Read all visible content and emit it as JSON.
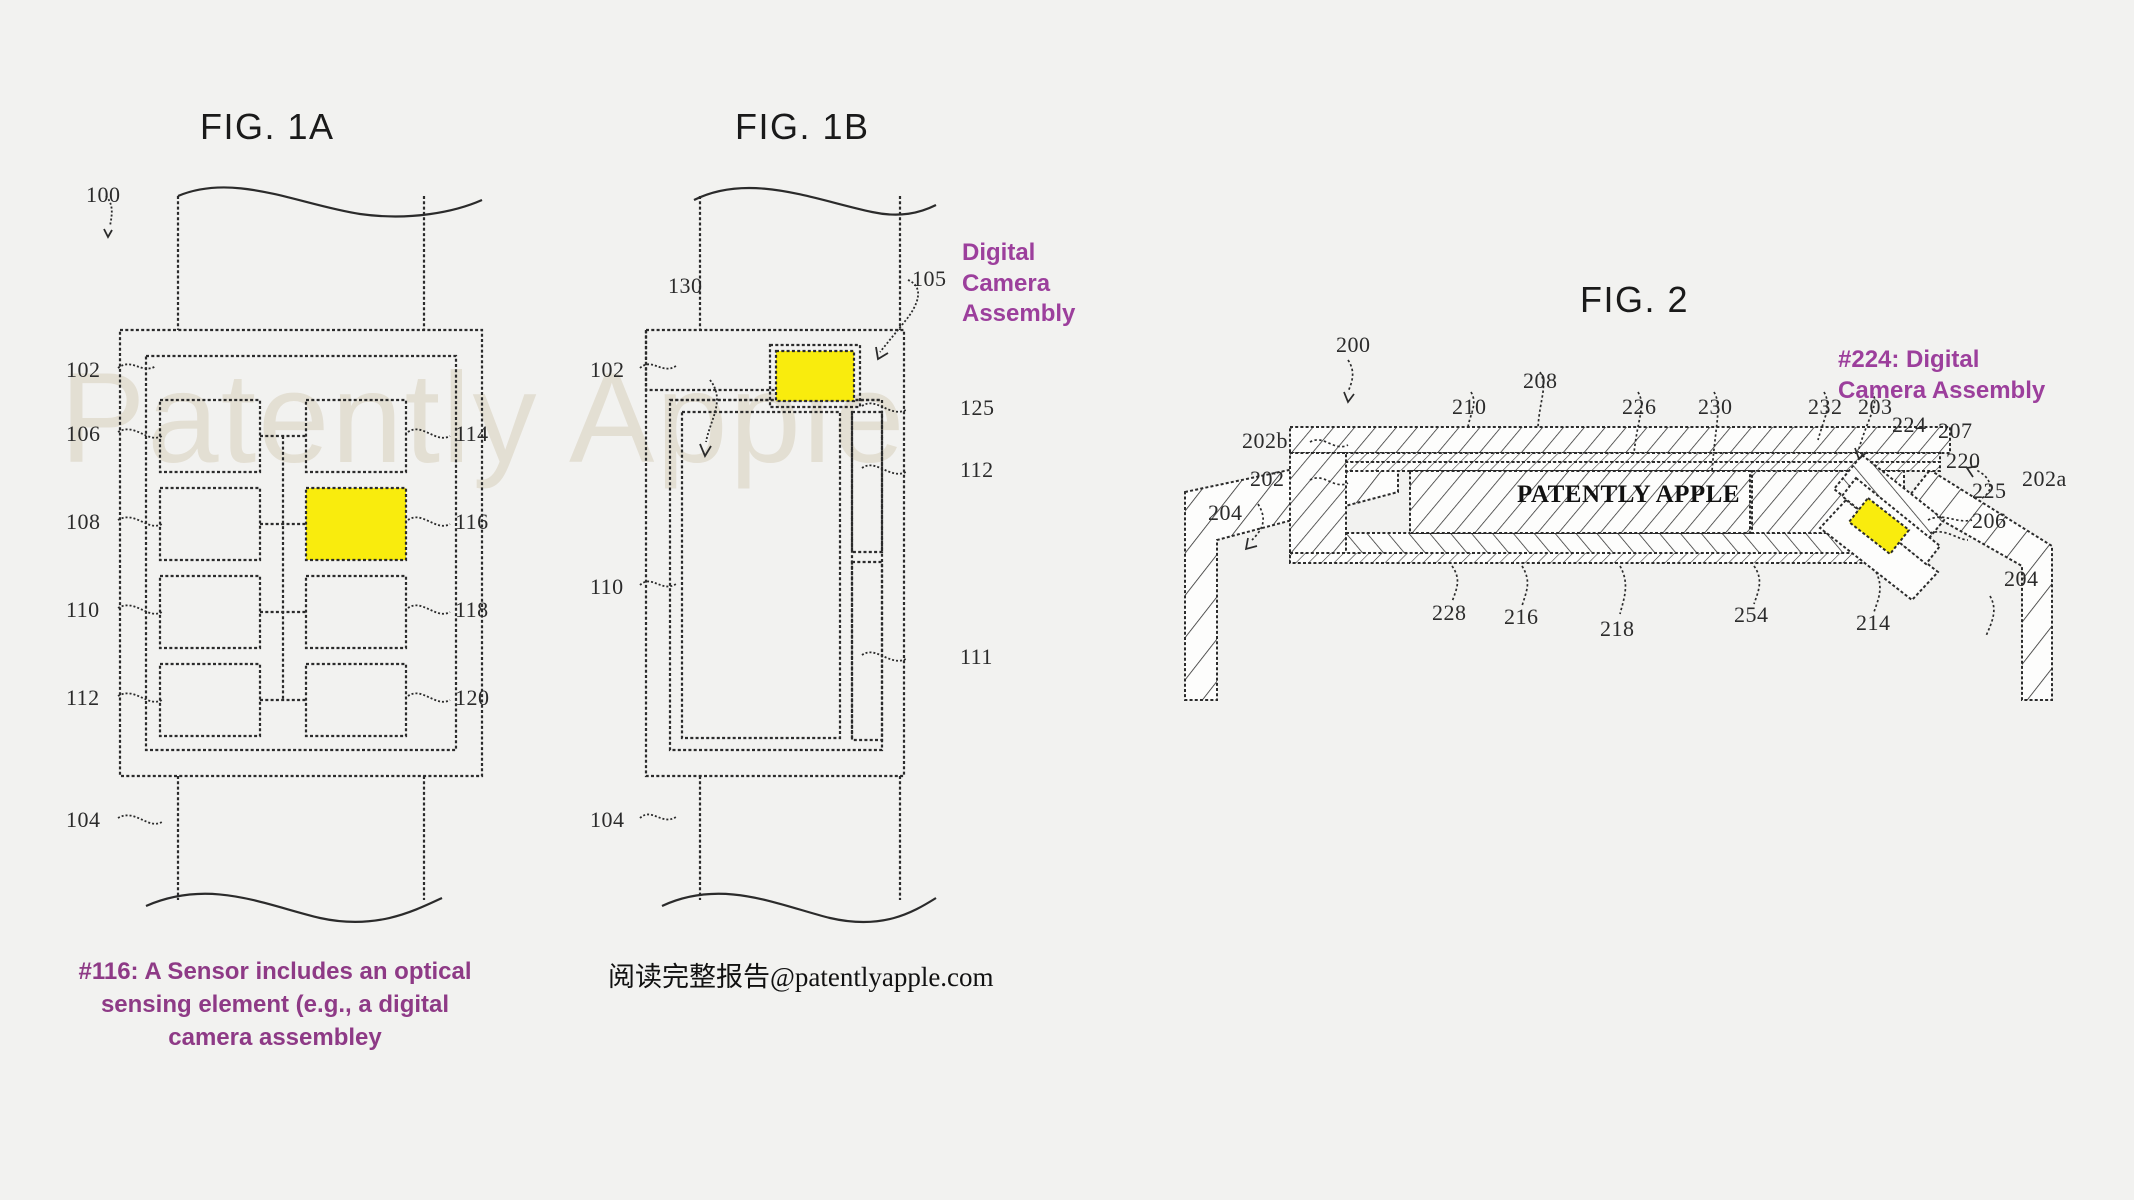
{
  "figures": {
    "fig1a": {
      "title": "FIG. 1A",
      "refs": [
        {
          "id": "100",
          "label": "100"
        },
        {
          "id": "102",
          "label": "102"
        },
        {
          "id": "106",
          "label": "106"
        },
        {
          "id": "108",
          "label": "108"
        },
        {
          "id": "110",
          "label": "110"
        },
        {
          "id": "112",
          "label": "112"
        },
        {
          "id": "104",
          "label": "104"
        },
        {
          "id": "114",
          "label": "114"
        },
        {
          "id": "116",
          "label": "116"
        },
        {
          "id": "118",
          "label": "118"
        },
        {
          "id": "120",
          "label": "120"
        }
      ]
    },
    "fig1b": {
      "title": "FIG. 1B",
      "callout": "Digital\nCamera\nAssembly",
      "refs": [
        {
          "id": "130",
          "label": "130"
        },
        {
          "id": "102",
          "label": "102"
        },
        {
          "id": "110",
          "label": "110"
        },
        {
          "id": "104",
          "label": "104"
        },
        {
          "id": "105",
          "label": "105"
        },
        {
          "id": "125",
          "label": "125"
        },
        {
          "id": "112",
          "label": "112"
        },
        {
          "id": "111",
          "label": "111"
        }
      ]
    },
    "fig2": {
      "title": "FIG. 2",
      "callout": "#224: Digital\nCamera Assembly",
      "silkscreen": "PATENTLY APPLE",
      "refs": [
        {
          "id": "200",
          "label": "200"
        },
        {
          "id": "210",
          "label": "210"
        },
        {
          "id": "208",
          "label": "208"
        },
        {
          "id": "226",
          "label": "226"
        },
        {
          "id": "230",
          "label": "230"
        },
        {
          "id": "232",
          "label": "232"
        },
        {
          "id": "203",
          "label": "203"
        },
        {
          "id": "224",
          "label": "224"
        },
        {
          "id": "207",
          "label": "207"
        },
        {
          "id": "220",
          "label": "220"
        },
        {
          "id": "225",
          "label": "225"
        },
        {
          "id": "206",
          "label": "206"
        },
        {
          "id": "202a",
          "label": "202a"
        },
        {
          "id": "202b",
          "label": "202b"
        },
        {
          "id": "202",
          "label": "202"
        },
        {
          "id": "204l",
          "label": "204"
        },
        {
          "id": "204r",
          "label": "204"
        },
        {
          "id": "228",
          "label": "228"
        },
        {
          "id": "216",
          "label": "216"
        },
        {
          "id": "218",
          "label": "218"
        },
        {
          "id": "254",
          "label": "254"
        },
        {
          "id": "214",
          "label": "214"
        }
      ]
    }
  },
  "captions": {
    "left": "#116: A Sensor includes an optical\nsensing element (e.g., a digital\ncamera assembley",
    "right": "阅读完整报告@patentlyapple.com"
  },
  "watermark": {
    "text": "Patently Apple"
  },
  "colors": {
    "background": "#f2f2f0",
    "line": "#2b2b2b",
    "highlight_yellow": "#f9ec0d",
    "callout_purple": "#9c3f9c",
    "caption_purple": "#8e3a86",
    "watermark": "#e3ded2"
  }
}
